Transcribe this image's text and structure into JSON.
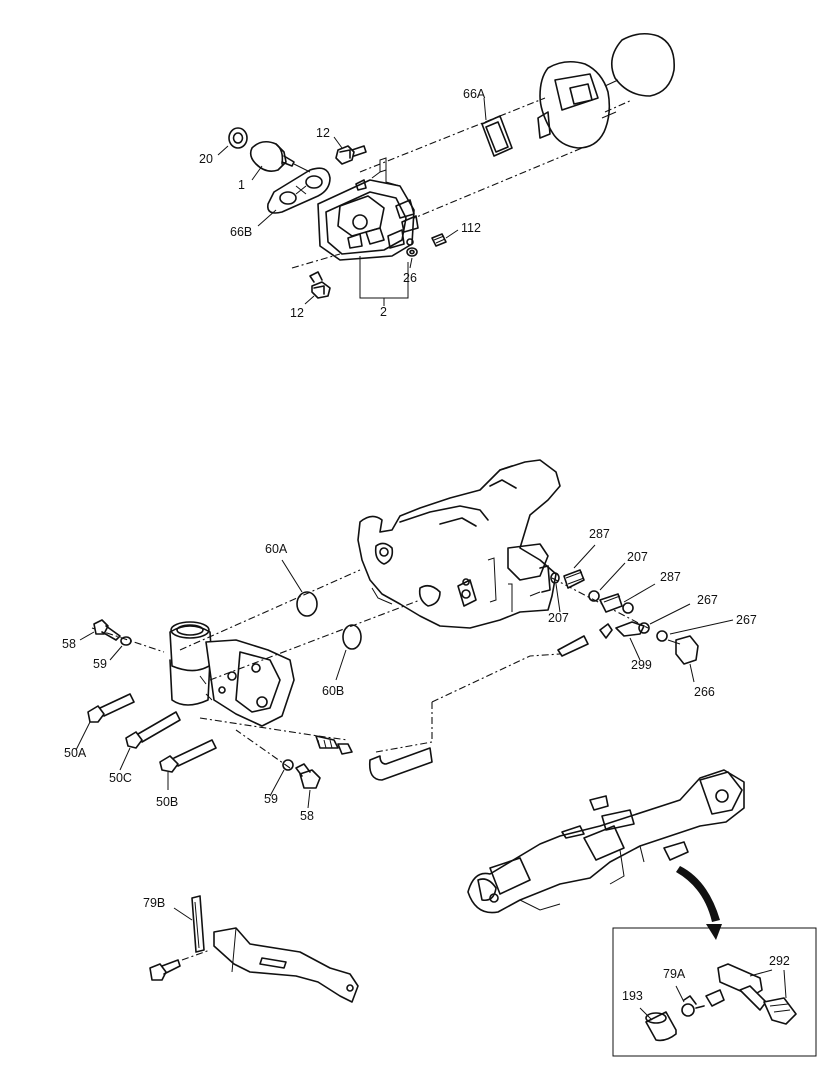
{
  "labels": {
    "p20": "20",
    "p1": "1",
    "p12_top": "12",
    "p66B": "66B",
    "p66A": "66A",
    "p112": "112",
    "p26": "26",
    "p2": "2",
    "p12_bot": "12",
    "p60A": "60A",
    "p60B": "60B",
    "p287_a": "287",
    "p207_a": "207",
    "p207_b": "207",
    "p287_b": "287",
    "p267_a": "267",
    "p267_b": "267",
    "p299": "299",
    "p266": "266",
    "p58_l": "58",
    "p59_l": "59",
    "p50A": "50A",
    "p50C": "50C",
    "p50B": "50B",
    "p59_b": "59",
    "p58_b": "58",
    "p79B": "79B",
    "p193": "193",
    "p79A": "79A",
    "p292": "292"
  }
}
